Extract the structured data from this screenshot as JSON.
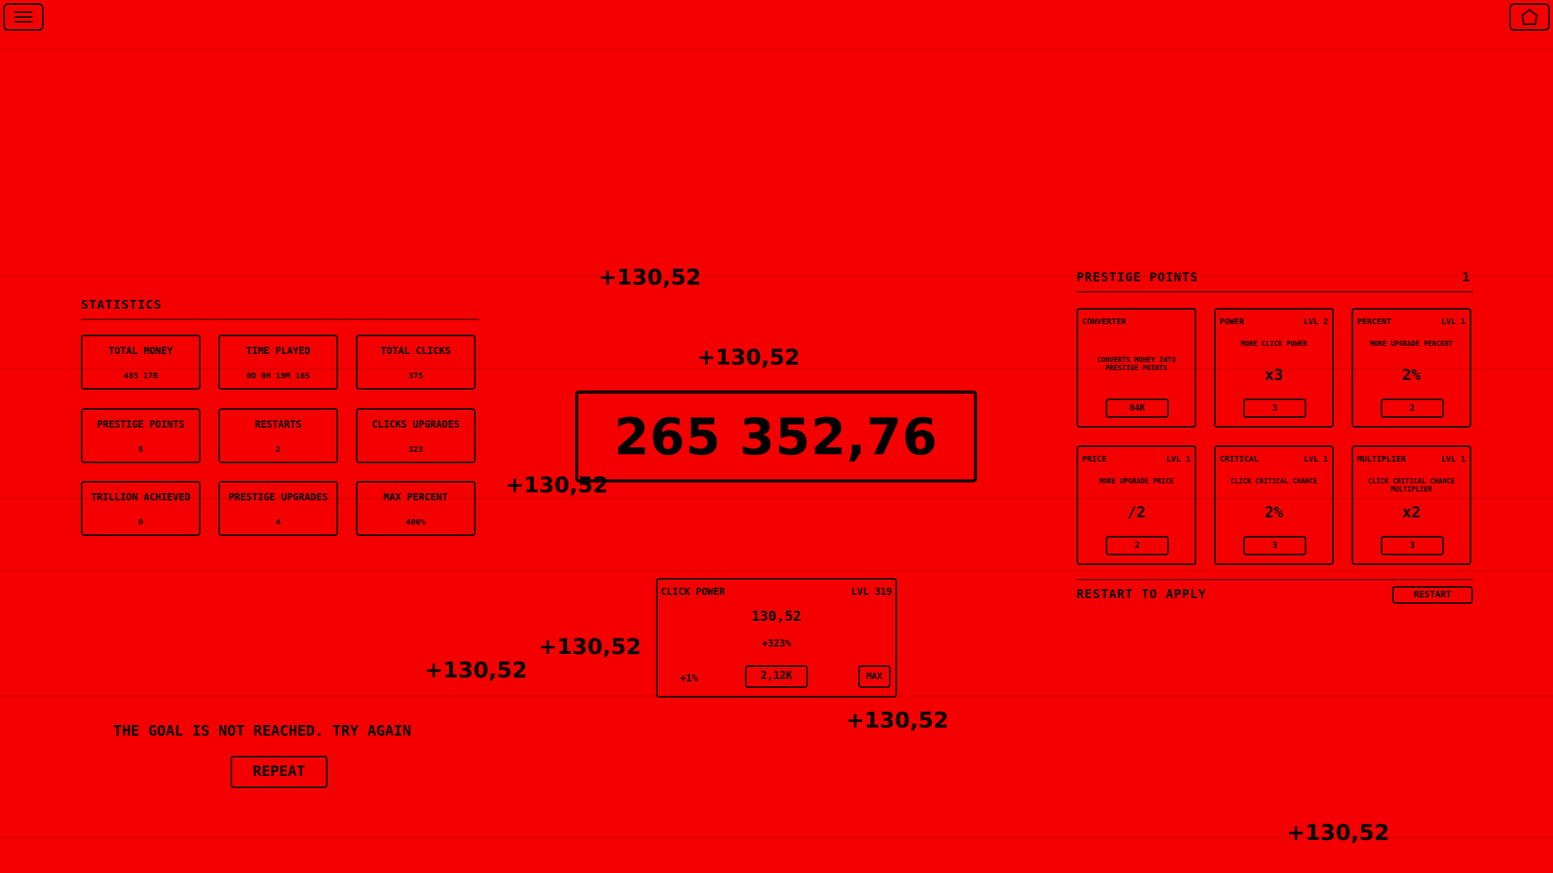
{
  "header": {
    "menu_icon": "hamburger-menu-icon",
    "shop_icon": "shop-icon"
  },
  "statistics": {
    "title": "STATISTICS",
    "items": [
      {
        "label": "TOTAL MONEY",
        "value": "485 17B"
      },
      {
        "label": "TIME PLAYED",
        "value": "0D 0H 19M 16S"
      },
      {
        "label": "TOTAL CLICKS",
        "value": "375"
      },
      {
        "label": "PRESTIGE POINTS",
        "value": "8"
      },
      {
        "label": "RESTARTS",
        "value": "2"
      },
      {
        "label": "CLICKS UPGRADES",
        "value": "323"
      },
      {
        "label": "TRILLION ACHIEVED",
        "value": "0"
      },
      {
        "label": "PRESTIGE UPGRADES",
        "value": "4"
      },
      {
        "label": "MAX PERCENT",
        "value": "400%"
      }
    ]
  },
  "money": {
    "value": "265 352,76"
  },
  "floating_gains": [
    "+130,52",
    "+130,52",
    "+130,52",
    "+130,52",
    "+130,52",
    "+130,52",
    "+130,52"
  ],
  "click_power": {
    "title": "CLICK POWER",
    "level": "LVL 319",
    "value": "130,52",
    "percent": "+323%",
    "left_label": "+1%",
    "buy_label": "2,12K",
    "max_label": "MAX"
  },
  "goal": {
    "message": "THE GOAL IS NOT REACHED. TRY AGAIN",
    "repeat_label": "REPEAT"
  },
  "prestige": {
    "title": "PRESTIGE POINTS",
    "points": "1",
    "cards": [
      {
        "title": "CONVERTER",
        "level": "",
        "desc": "CONVERTS MONEY INTO PRESTIGE POINTS",
        "value": "",
        "button": "84K"
      },
      {
        "title": "POWER",
        "level": "LVL 2",
        "desc": "MORE CLICK POWER",
        "value": "x3",
        "button": "3"
      },
      {
        "title": "PERCENT",
        "level": "LVL 1",
        "desc": "MORE UPGRADE PERCENT",
        "value": "2%",
        "button": "2"
      },
      {
        "title": "PRICE",
        "level": "LVL 1",
        "desc": "MORE UPGRADE PRICE",
        "value": "/2",
        "button": "2"
      },
      {
        "title": "CRITICAL",
        "level": "LVL 1",
        "desc": "CLICK CRITICAL CHANCE",
        "value": "2%",
        "button": "3"
      },
      {
        "title": "MULTIPLIER",
        "level": "LVL 1",
        "desc": "CLICK CRITICAL CHANCE MULTIPLIER",
        "value": "x2",
        "button": "3"
      }
    ],
    "restart_text": "RESTART TO APPLY",
    "restart_button": "RESTART"
  },
  "colors": {
    "background": "#f40000",
    "ink": "#1a0000"
  }
}
